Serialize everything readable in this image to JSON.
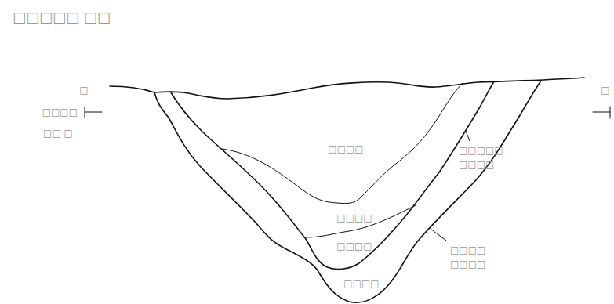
{
  "diagram": {
    "title": "□□□□□ □□",
    "labels": [
      "□",
      "□□□□",
      "□□ □",
      "□",
      "□□□□",
      "□□□□□ □□□□",
      "□□□□",
      "□□□□",
      "□□□□ □□□□",
      "□□□□"
    ]
  }
}
